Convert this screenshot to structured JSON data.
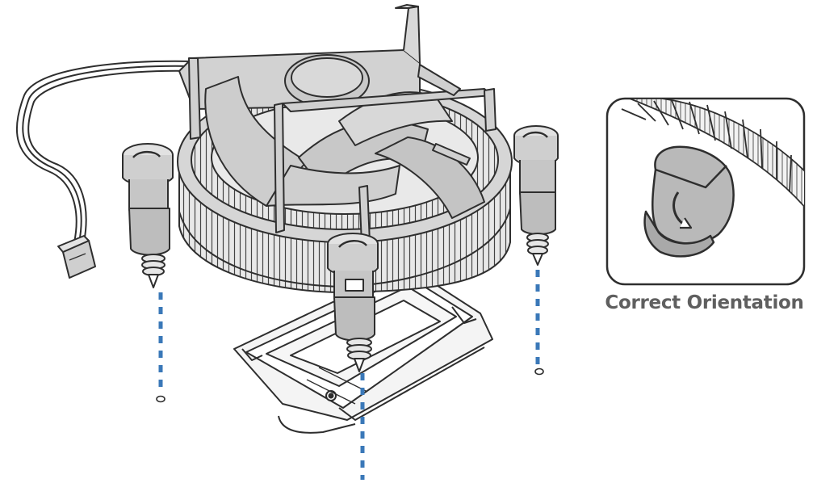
{
  "callout": {
    "caption": "Correct Orientation"
  },
  "colors": {
    "part_fill": "#cfcfcf",
    "part_fill_light": "#e4e4e4",
    "part_fill_dark": "#a9a9a9",
    "outline": "#2e2e2e",
    "guide_line": "#3a78b8",
    "caption": "#5f5f5f"
  },
  "icons": {
    "main": "cpu-cooler-installation-illustration",
    "detail": "push-pin-orientation-detail"
  }
}
